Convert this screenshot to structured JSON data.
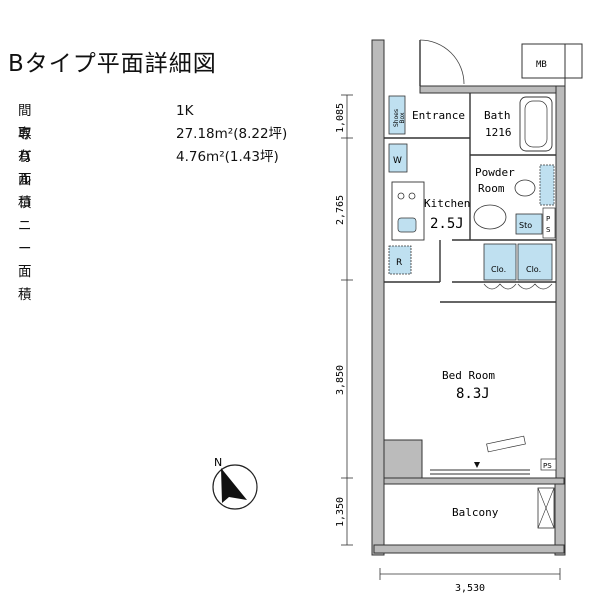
{
  "title": "Bタイプ平面詳細図",
  "info": [
    {
      "key": "間取り",
      "value": "1K"
    },
    {
      "key": "専有面積",
      "value": "27.18m²(8.22坪)"
    },
    {
      "key": "バルコニー面積",
      "value": "4.76m²(1.43坪)"
    }
  ],
  "rooms": {
    "entrance": "Entrance",
    "bath": "Bath",
    "bath_size": "1216",
    "powder": "Powder",
    "powder2": "Room",
    "kitchen": "Kitchen",
    "kitchen_size": "2.5J",
    "bedroom": "Bed Room",
    "bedroom_size": "8.3J",
    "balcony": "Balcony"
  },
  "fixtures": {
    "mb": "MB",
    "shoes": "Shoes",
    "shoes2": "Box",
    "w": "W",
    "r": "R",
    "clo1": "Clo.",
    "clo2": "Clo.",
    "sto": "Sto",
    "ps1": "P",
    "ps2": "S",
    "ps_bottom": "PS"
  },
  "dimensions": {
    "d1": "1,085",
    "d2": "2,765",
    "d3": "3,850",
    "d4": "1,350",
    "width": "3,530"
  },
  "compass": "N"
}
